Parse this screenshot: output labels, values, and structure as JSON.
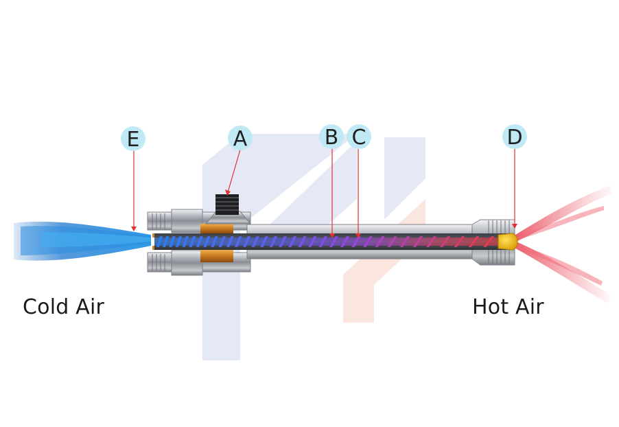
{
  "labels": {
    "cold_air": "Cold Air",
    "hot_air": "Hot Air"
  },
  "callouts": [
    {
      "id": "E",
      "text": "E"
    },
    {
      "id": "A",
      "text": "A"
    },
    {
      "id": "B",
      "text": "B"
    },
    {
      "id": "C",
      "text": "C"
    },
    {
      "id": "D",
      "text": "D"
    }
  ],
  "colors": {
    "cold": "#1e73c8",
    "hot": "#e8606a",
    "callout_circle": "#bfe9f5",
    "leader_line": "#e03030",
    "body_metal": "#8a8d93",
    "brass": "#c87a1e",
    "valve_cap": "#e8b400",
    "watermark_blue": "#e4e9f5",
    "watermark_red": "#fbe5df"
  }
}
